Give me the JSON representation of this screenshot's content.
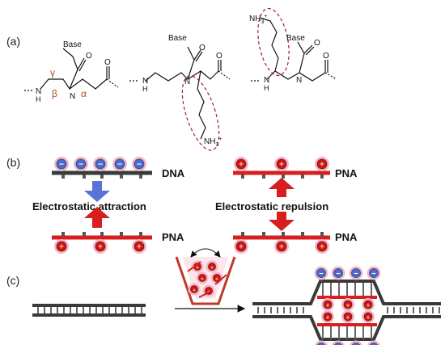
{
  "panels": {
    "a": {
      "label": "(a)"
    },
    "b": {
      "label": "(b)"
    },
    "c": {
      "label": "(c)"
    }
  },
  "chem": {
    "base": "Base",
    "nh": "NH",
    "h": "H",
    "n": "N",
    "o": "O",
    "nh3_plus": "NH",
    "nh3_sub": "3",
    "nh3_sup": "+"
  },
  "greek": {
    "gamma": "γ",
    "beta": "β",
    "alpha": "α"
  },
  "panel_b": {
    "dna": "DNA",
    "pna": "PNA",
    "attraction": "Electrostatic attraction",
    "repulsion": "Electrostatic repulsion"
  },
  "symbols": {
    "minus": "−",
    "plus": "+"
  },
  "colors": {
    "dna_strand": "#3a3a3a",
    "pna_strand": "#d81e1e",
    "minus_bead": "#4a6bc9",
    "plus_bead": "#c8141e",
    "bead_halo": "#f4b8c6",
    "attract_arrow": "#5b72d6",
    "greek_label": "#b5452a",
    "lysine_ellipse": "#a0202a"
  }
}
